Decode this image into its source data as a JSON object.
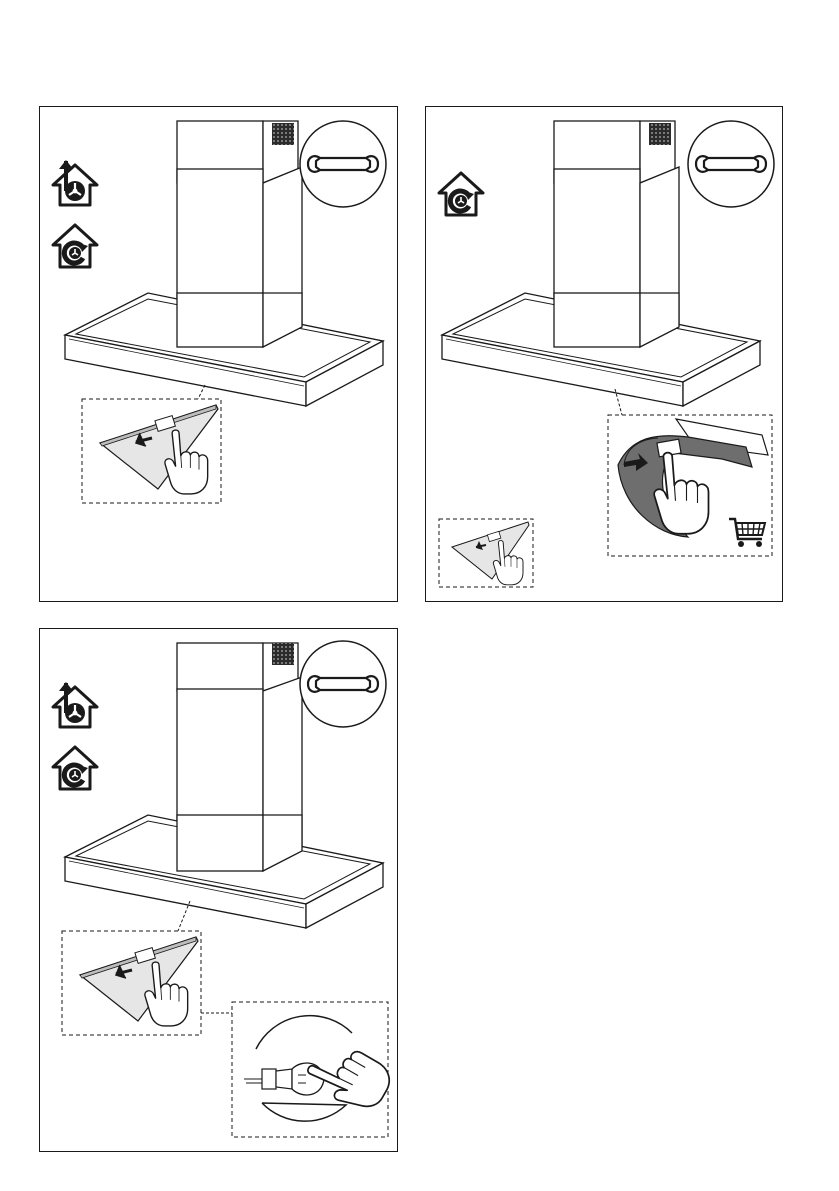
{
  "panels": [
    {
      "id": "panel-1",
      "icons": [
        "ducted-mode-icon",
        "recirculation-mode-icon"
      ],
      "tool_icon": "wrench-icon",
      "details": [
        "grease-filter-release-detail"
      ]
    },
    {
      "id": "panel-2",
      "icons": [
        "recirculation-mode-icon"
      ],
      "tool_icon": "wrench-icon",
      "details": [
        "charcoal-filter-removal-detail",
        "grease-filter-release-detail",
        "shopping-cart-icon"
      ]
    },
    {
      "id": "panel-3",
      "icons": [
        "ducted-mode-icon",
        "recirculation-mode-icon"
      ],
      "tool_icon": "wrench-icon",
      "details": [
        "grease-filter-release-detail",
        "lamp-replacement-detail"
      ]
    }
  ],
  "colors": {
    "stroke": "#1a1a1a",
    "filter_fill": "#e6e6e6",
    "charcoal_fill": "#6e6e6e",
    "grille": "#3a3a3a"
  }
}
